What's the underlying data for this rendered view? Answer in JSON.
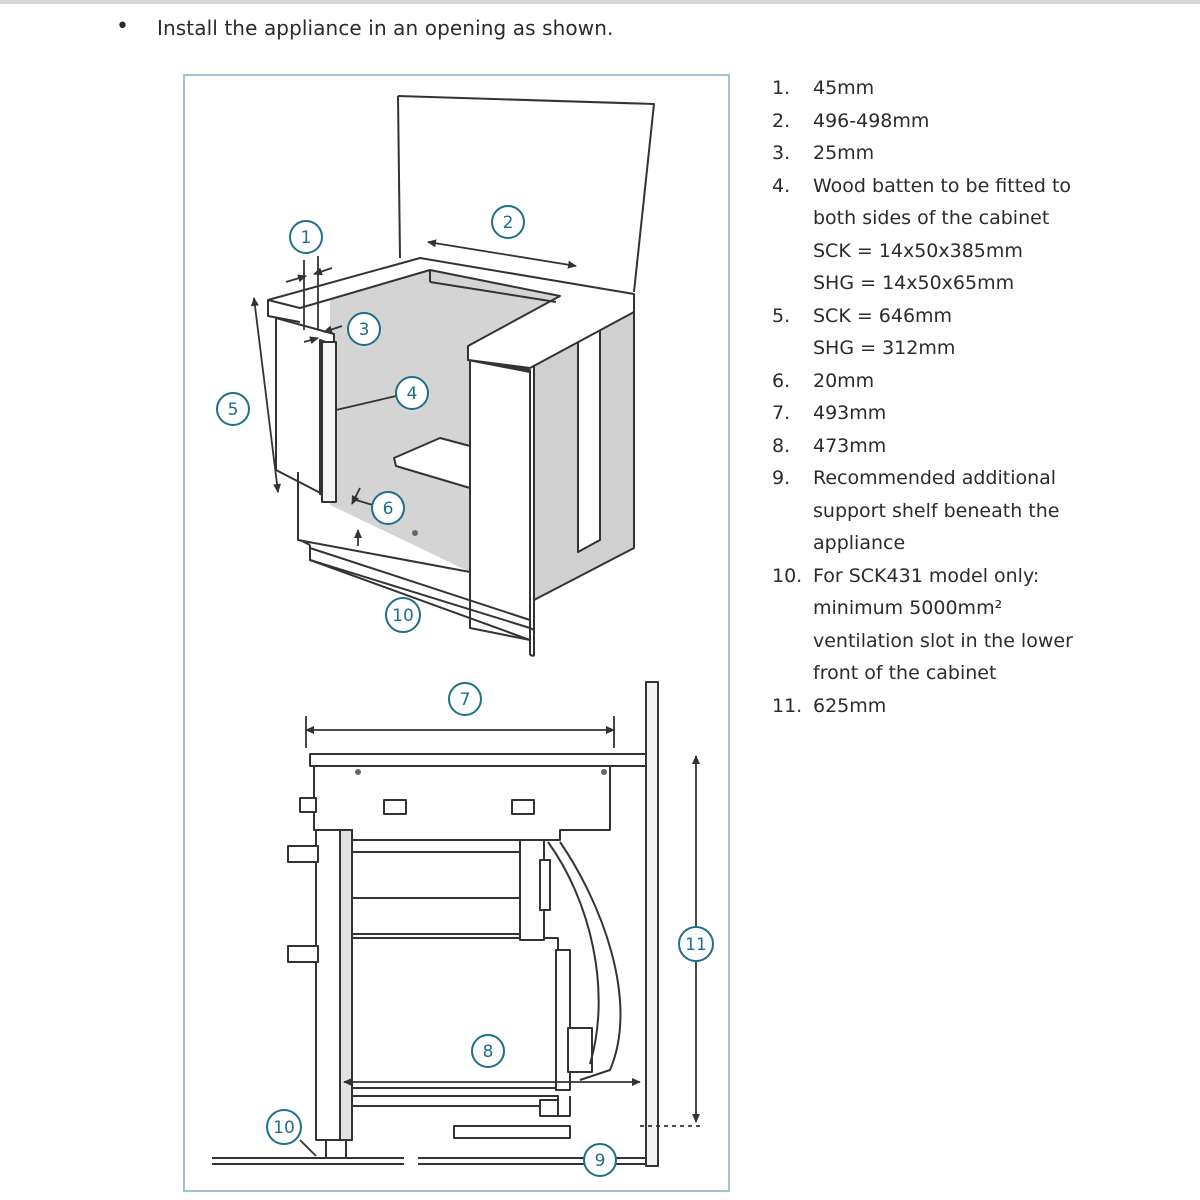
{
  "page": {
    "bullet": "•",
    "intro": "Install the appliance in an opening as shown."
  },
  "callouts": {
    "c1": "1",
    "c2": "2",
    "c3": "3",
    "c4": "4",
    "c5": "5",
    "c6": "6",
    "c7": "7",
    "c8": "8",
    "c9": "9",
    "c10": "10",
    "c11": "11"
  },
  "legend": [
    {
      "num": "1.",
      "lines": [
        "45mm"
      ]
    },
    {
      "num": "2.",
      "lines": [
        "496-498mm"
      ]
    },
    {
      "num": "3.",
      "lines": [
        "25mm"
      ]
    },
    {
      "num": "4.",
      "lines": [
        "Wood batten to be fitted to",
        "both sides of the cabinet",
        "SCK = 14x50x385mm",
        "SHG = 14x50x65mm"
      ]
    },
    {
      "num": "5.",
      "lines": [
        "SCK = 646mm",
        "SHG = 312mm"
      ]
    },
    {
      "num": "6.",
      "lines": [
        "20mm"
      ]
    },
    {
      "num": "7.",
      "lines": [
        "493mm"
      ]
    },
    {
      "num": "8.",
      "lines": [
        "473mm"
      ]
    },
    {
      "num": "9.",
      "lines": [
        "Recommended additional",
        "support shelf beneath the",
        "appliance"
      ]
    },
    {
      "num": "10.",
      "lines": [
        "For SCK431 model only:",
        "minimum 5000mm²",
        "ventilation slot in the lower",
        "front of the cabinet"
      ]
    },
    {
      "num": "11.",
      "lines": [
        "625mm"
      ]
    }
  ],
  "colors": {
    "callout": "#1d6f8a",
    "frame": "#9cc4d4",
    "line": "#333333",
    "shade": "#d4d4d4"
  }
}
